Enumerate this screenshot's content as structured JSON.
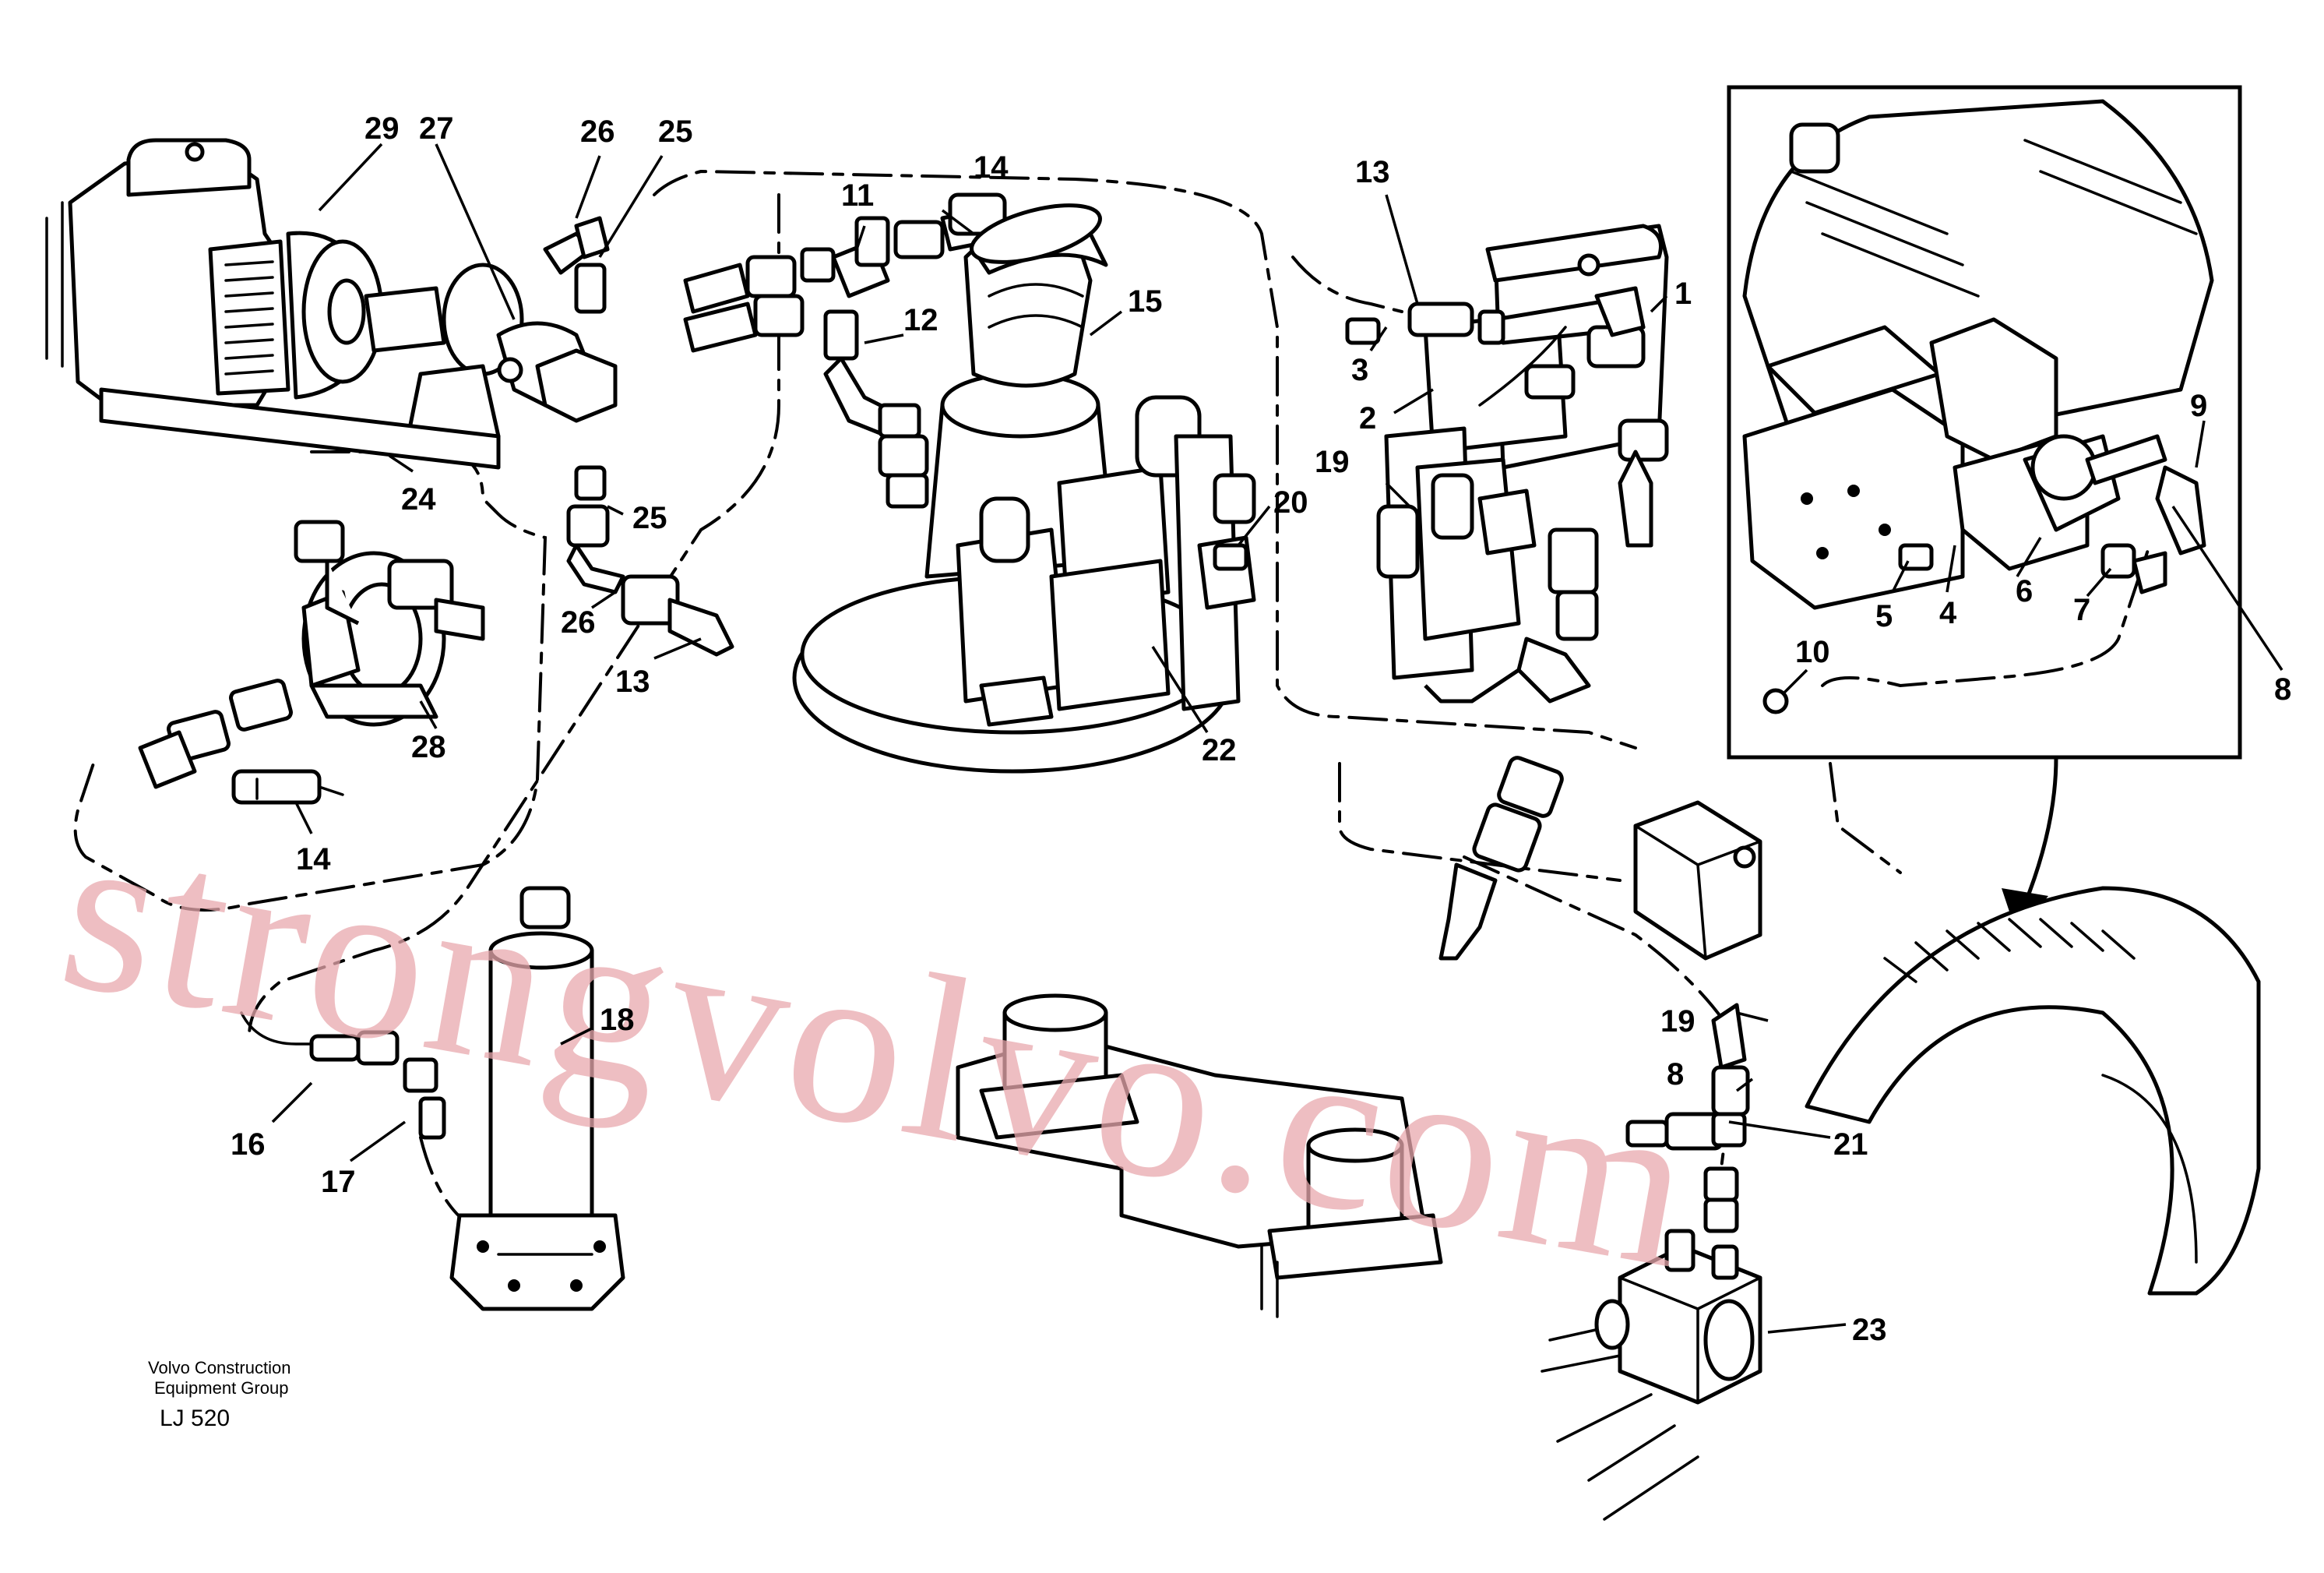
{
  "callouts": {
    "c1": "1",
    "c2": "2",
    "c3": "3",
    "c4": "4",
    "c5": "5",
    "c6": "6",
    "c7": "7",
    "c8a": "8",
    "c8b": "8",
    "c9": "9",
    "c10": "10",
    "c11": "11",
    "c12": "12",
    "c13a": "13",
    "c13b": "13",
    "c14a": "14",
    "c14b": "14",
    "c15": "15",
    "c16": "16",
    "c17": "17",
    "c18": "18",
    "c19a": "19",
    "c19b": "19",
    "c20": "20",
    "c21": "21",
    "c22": "22",
    "c23": "23",
    "c24": "24",
    "c25a": "25",
    "c25b": "25",
    "c26a": "26",
    "c26b": "26",
    "c27": "27",
    "c28": "28",
    "c29": "29"
  },
  "watermark": "strongvolvo.com",
  "footer": {
    "line1": "Volvo Construction",
    "line2": "Equipment Group",
    "code": "LJ 520"
  }
}
